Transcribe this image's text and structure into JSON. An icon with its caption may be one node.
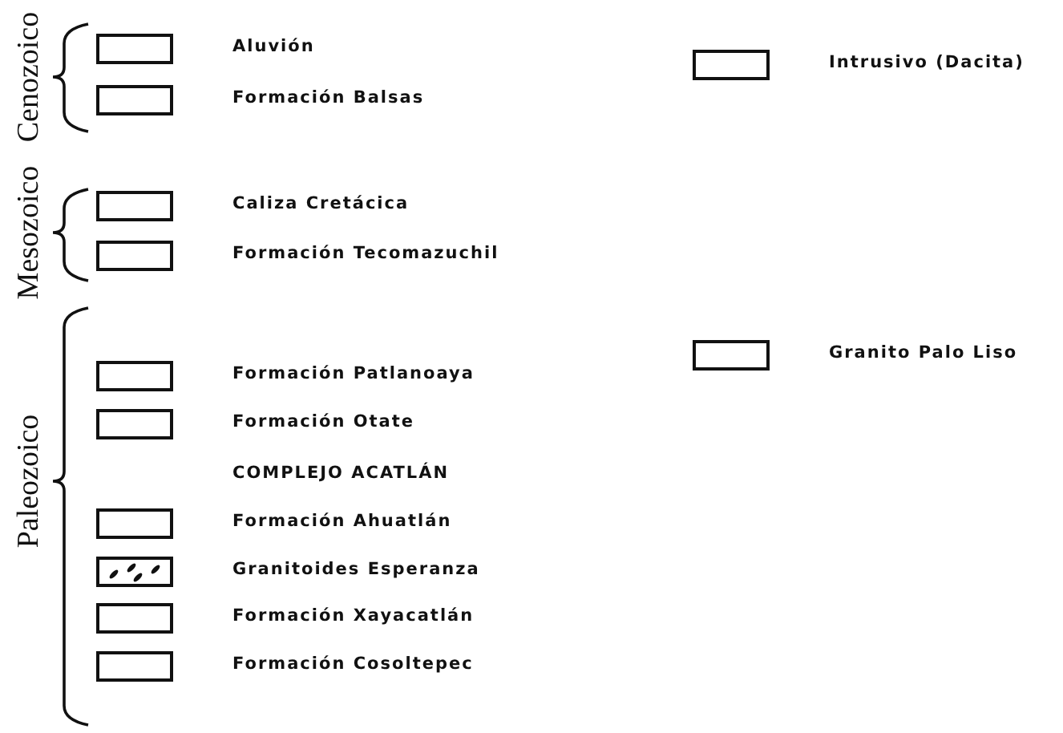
{
  "diagram": {
    "labels": [
      "Cenozoico",
      "Mesozoico",
      "Paleozoico",
      "COMPLEJO ACATLÁN"
    ],
    "legend": [
      {
        "text": "Aluvión"
      },
      {
        "text": "Formación Balsas"
      },
      {
        "text": "Caliza Cretácica"
      },
      {
        "text": "Formación Tecomazuchil"
      },
      {
        "text": "Formación Patlanoaya"
      },
      {
        "text": "Formación Otate"
      },
      {
        "text": "Formación Ahuatlán"
      },
      {
        "text": "Granitoides Esperanza"
      },
      {
        "text": "Formación Xayacatlán"
      },
      {
        "text": "Formación Cosoltepec"
      },
      {
        "text": "Intrusivo (Dacita)"
      },
      {
        "text": "Granito Palo Liso"
      }
    ]
  }
}
